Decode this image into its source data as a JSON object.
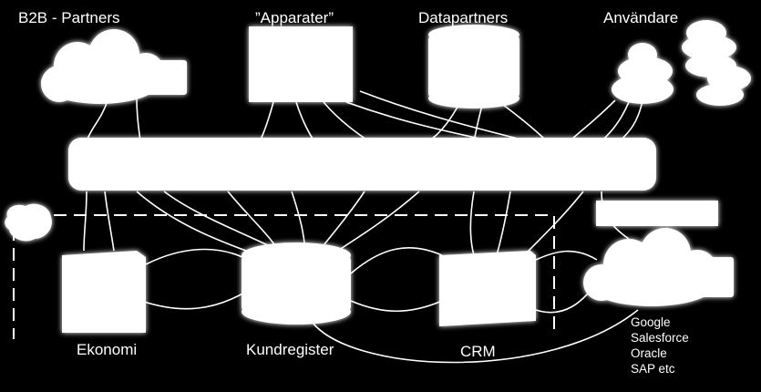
{
  "top_nodes": {
    "b2b": "B2B - Partners",
    "devices": "”Apparater”",
    "datapartners": "Datapartners",
    "users": "Användare"
  },
  "bottom_nodes": {
    "economy": "Ekonomi",
    "customer_registry": "Kundregister",
    "crm": "CRM"
  },
  "cloud_services": [
    "Google",
    "Salesforce",
    "Oracle",
    "SAP etc"
  ],
  "colors": {
    "background": "#000000",
    "foreground": "#ffffff"
  }
}
